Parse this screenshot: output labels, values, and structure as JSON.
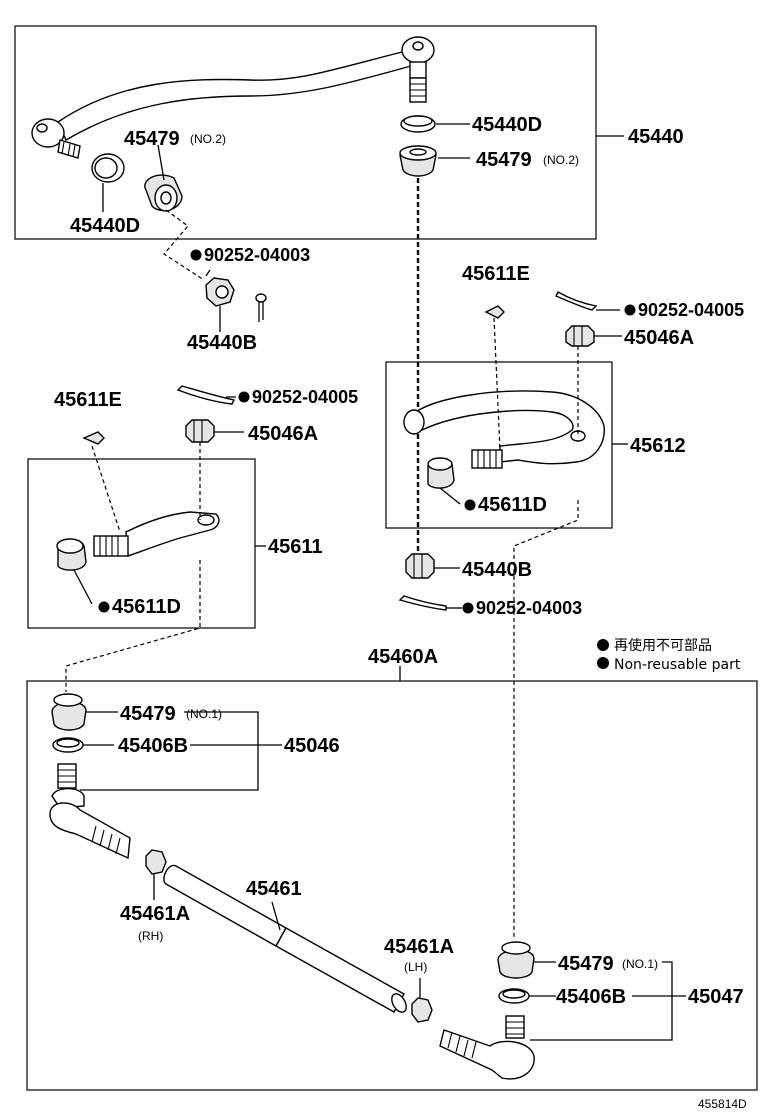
{
  "labels": {
    "c45440": "45440",
    "c45440d_top": "45440D",
    "c45479_top": "45479",
    "c45479_top_no": "(NO.2)",
    "c45479_left": "45479",
    "c45479_left_no": "(NO.2)",
    "c45440d_left": "45440D",
    "c90252_04003_top": "90252-04003",
    "c45440b_top": "45440B",
    "c45611e_right": "45611E",
    "c90252_04005_right": "90252-04005",
    "c45046a_right": "45046A",
    "c45612": "45612",
    "c45611d_right": "45611D",
    "c45440b_mid": "45440B",
    "c90252_04003_mid": "90252-04003",
    "c45611e_left": "45611E",
    "c90252_04005_left": "90252-04005",
    "c45046a_left": "45046A",
    "c45611": "45611",
    "c45611d_left": "45611D",
    "c45460a": "45460A",
    "c45479_no1_left": "45479",
    "c45479_no1_left_no": "(NO.1)",
    "c45406b_left": "45406B",
    "c45046": "45046",
    "c45461": "45461",
    "c45461a_rh": "45461A",
    "c45461a_rh_side": "(RH)",
    "c45461a_lh": "45461A",
    "c45461a_lh_side": "(LH)",
    "c45479_no1_right": "45479",
    "c45479_no1_right_no": "(NO.1)",
    "c45406b_right": "45406B",
    "c45047": "45047",
    "figure_id": "455814D"
  },
  "legend": {
    "line1": "再使用不可部品",
    "line2": "Non-reusable part"
  }
}
